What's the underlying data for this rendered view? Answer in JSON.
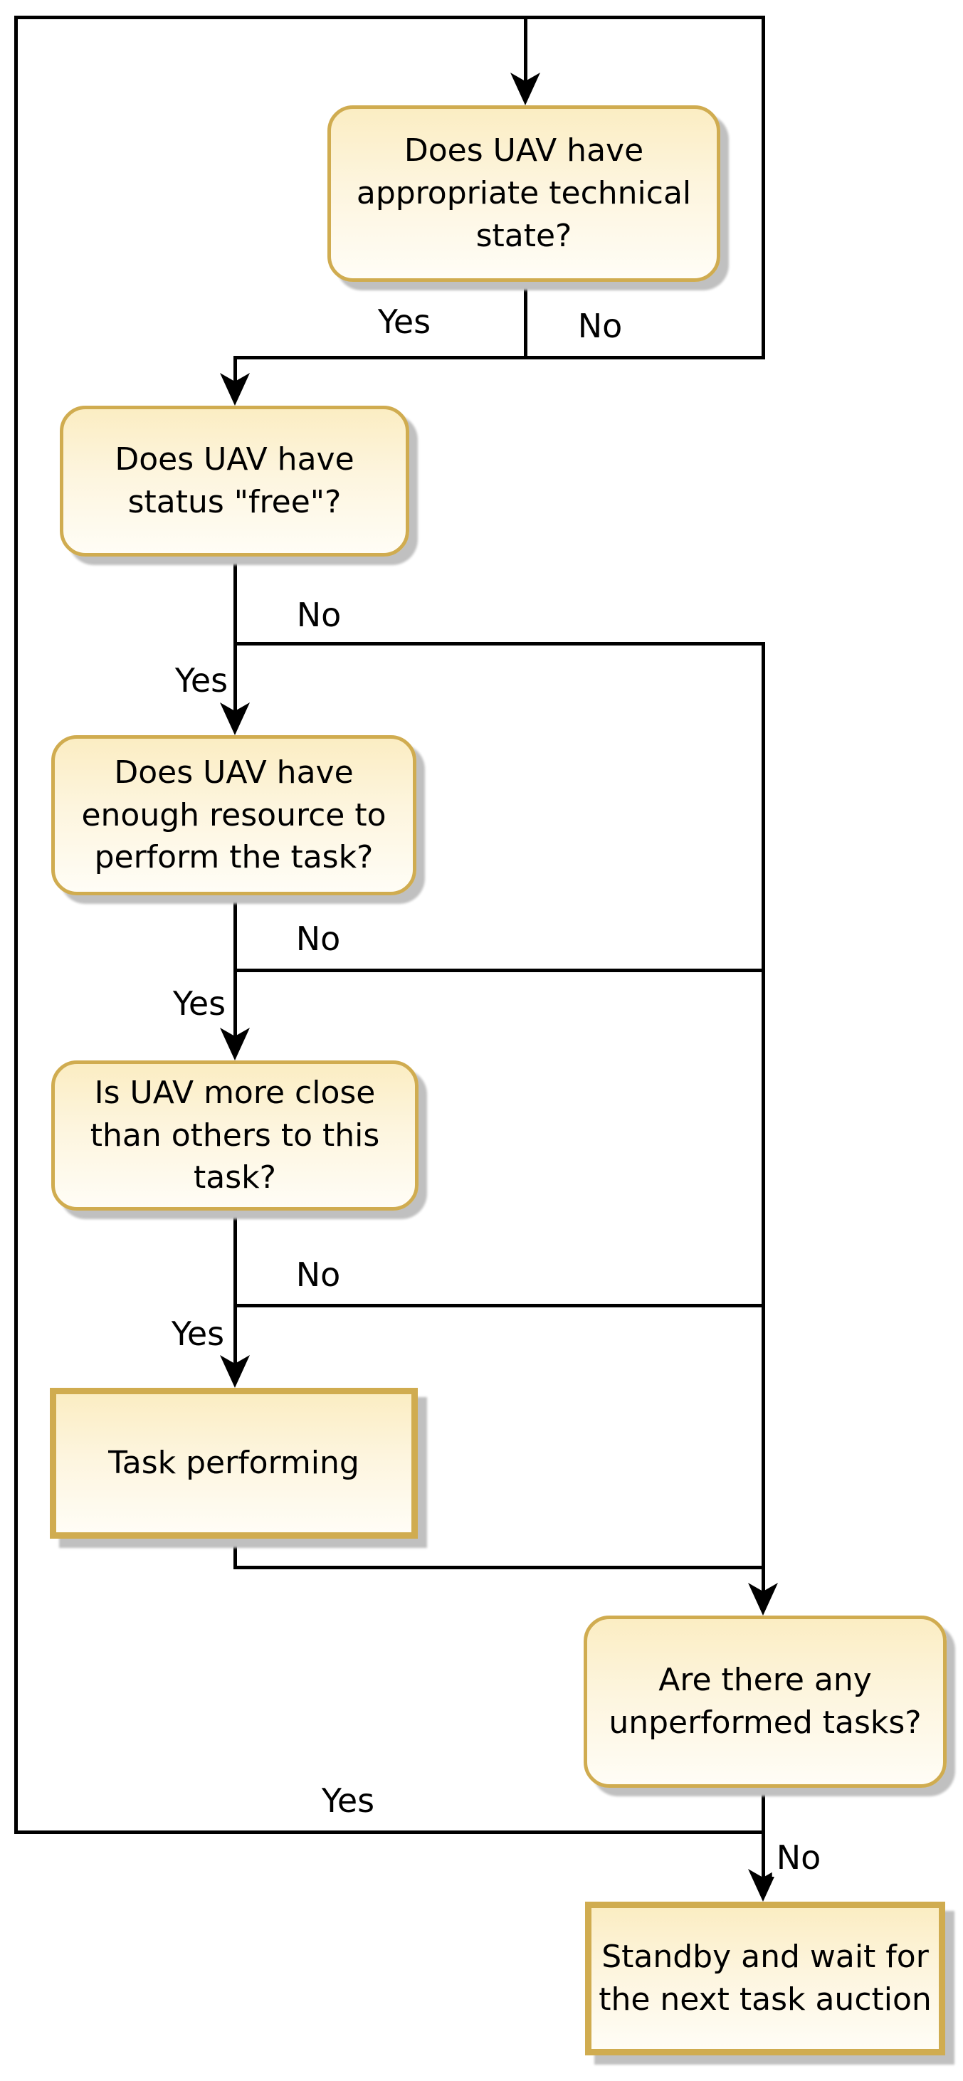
{
  "diagram": {
    "type": "flowchart",
    "colors": {
      "background": "#ffffff",
      "line": "#000000",
      "node_border": "#d0ac50",
      "node_fill_top": "#fbedc3",
      "node_fill_mid": "#fdf5de",
      "node_fill_bottom": "#fffdf6",
      "shadow": "#c0c0c0",
      "text": "#000000"
    },
    "nodes": [
      {
        "id": "technical-state",
        "shape": "rounded",
        "label": "Does UAV have appropriate technical state?"
      },
      {
        "id": "status-free",
        "shape": "rounded",
        "label": "Does UAV have status \"free\"?"
      },
      {
        "id": "enough-resource",
        "shape": "rounded",
        "label": "Does UAV have enough resource to perform the task?"
      },
      {
        "id": "more-close",
        "shape": "rounded",
        "label": "Is UAV more close than others to this task?"
      },
      {
        "id": "task-performing",
        "shape": "rect",
        "label": "Task performing"
      },
      {
        "id": "unperformed-tasks",
        "shape": "rounded",
        "label": "Are there any unperformed tasks?"
      },
      {
        "id": "standby",
        "shape": "rect",
        "label": "Standby and wait for the next task auction"
      }
    ],
    "edge_labels": [
      {
        "id": "technical-yes",
        "text": "Yes"
      },
      {
        "id": "technical-no",
        "text": "No"
      },
      {
        "id": "free-no",
        "text": "No"
      },
      {
        "id": "free-yes",
        "text": "Yes"
      },
      {
        "id": "resource-no",
        "text": "No"
      },
      {
        "id": "resource-yes",
        "text": "Yes"
      },
      {
        "id": "close-no",
        "text": "No"
      },
      {
        "id": "close-yes",
        "text": "Yes"
      },
      {
        "id": "unperformed-yes",
        "text": "Yes"
      },
      {
        "id": "unperformed-no",
        "text": "No"
      }
    ],
    "edges": [
      {
        "from": "loop-return",
        "to": "technical-state"
      },
      {
        "from": "technical-state",
        "to": "status-free",
        "label": "Yes"
      },
      {
        "from": "technical-state",
        "to": "technical-state",
        "label": "No"
      },
      {
        "from": "status-free",
        "to": "enough-resource",
        "label": "Yes"
      },
      {
        "from": "status-free",
        "to": "unperformed-tasks",
        "label": "No"
      },
      {
        "from": "enough-resource",
        "to": "more-close",
        "label": "Yes"
      },
      {
        "from": "enough-resource",
        "to": "unperformed-tasks",
        "label": "No"
      },
      {
        "from": "more-close",
        "to": "task-performing",
        "label": "Yes"
      },
      {
        "from": "more-close",
        "to": "unperformed-tasks",
        "label": "No"
      },
      {
        "from": "task-performing",
        "to": "unperformed-tasks"
      },
      {
        "from": "unperformed-tasks",
        "to": "technical-state",
        "label": "Yes"
      },
      {
        "from": "unperformed-tasks",
        "to": "standby",
        "label": "No"
      }
    ]
  }
}
